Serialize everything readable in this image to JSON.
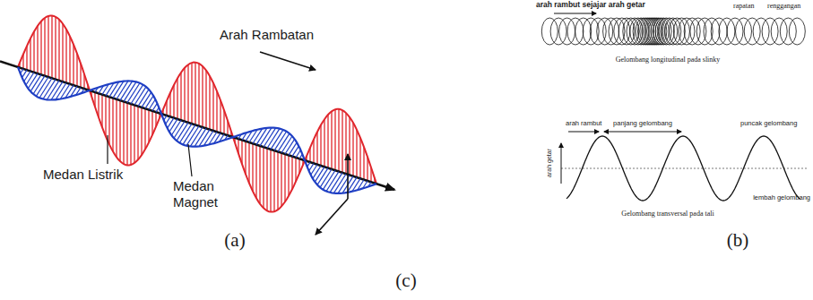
{
  "diagram": {
    "labels": [
      "Arah Rambatan",
      "Medan Listrik",
      "Medan Magnet",
      "(a)",
      "arah rambut sejajar arah getar",
      "rapatan",
      "renggangan",
      "Gelombang longitudinal pada slinky",
      "arah rambut",
      "panjang gelombang",
      "puncak gelombang",
      "arah getar",
      "lembah gelombang",
      "Gelombang transversal pada tali",
      "(b)",
      "(c)"
    ]
  }
}
